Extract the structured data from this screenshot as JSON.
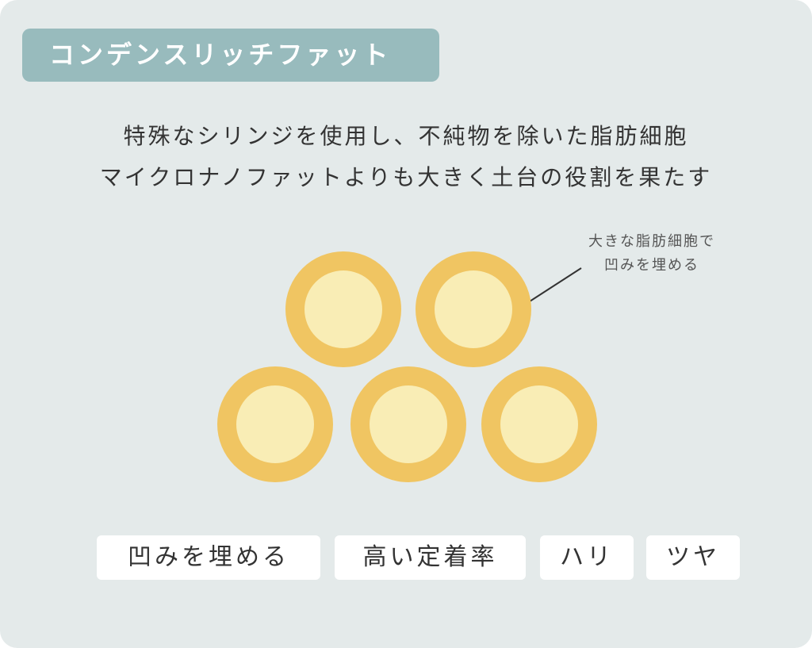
{
  "title": "コンデンスリッチファット",
  "description": [
    "特殊なシリンジを使用し、不純物を除いた脂肪細胞",
    "マイクロナノファットよりも大きく土台の役割を果たす"
  ],
  "annotation": [
    "大きな脂肪細胞で",
    "凹みを埋める"
  ],
  "tags": [
    "凹みを埋める",
    "高い定着率",
    "ハリ",
    "ツヤ"
  ],
  "colors": {
    "header": "#98bbbd",
    "cell_outer": "#f0c562",
    "cell_inner": "#f9edb5",
    "background": "#e4eaea"
  }
}
